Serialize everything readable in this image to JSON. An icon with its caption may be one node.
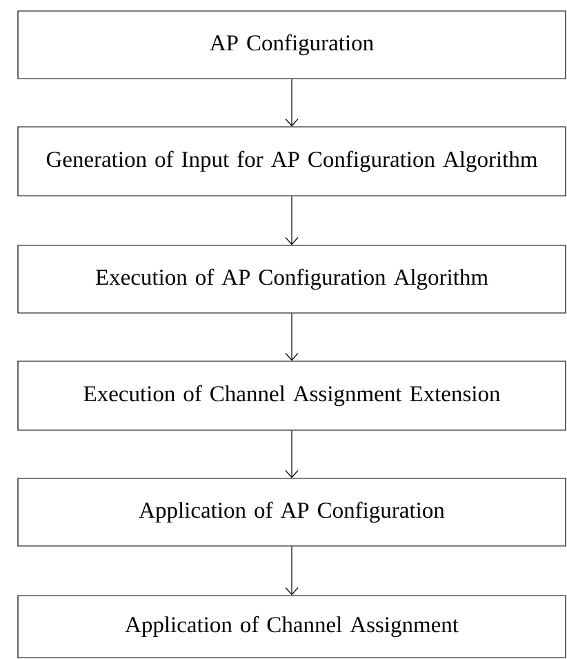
{
  "diagram": {
    "nodes": [
      {
        "text": [
          "AP Configuration"
        ]
      },
      {
        "text": [
          "Generation of Input for AP Configuration Algorithm"
        ]
      },
      {
        "text": [
          "Execution of AP Configuration Algorithm"
        ]
      },
      {
        "text": [
          "Execution of Channel Assignment Extension"
        ]
      },
      {
        "text": [
          "Application of AP Configuration"
        ]
      },
      {
        "text": [
          "Application of Channel Assignment"
        ]
      }
    ],
    "edges": [
      {
        "from": 0,
        "to": 1,
        "arrow": "to"
      },
      {
        "from": 1,
        "to": 2,
        "arrow": "to"
      },
      {
        "from": 2,
        "to": 3,
        "arrow": "to"
      },
      {
        "from": 3,
        "to": 4,
        "arrow": "to"
      },
      {
        "from": 4,
        "to": 5,
        "arrow": "to"
      }
    ]
  }
}
